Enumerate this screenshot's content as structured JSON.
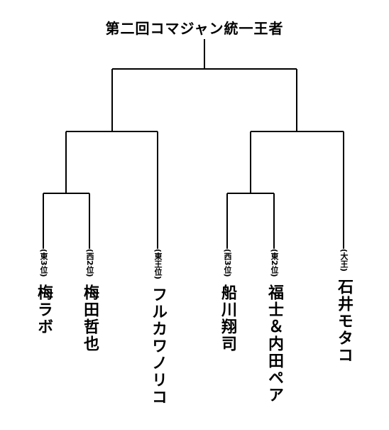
{
  "title": "第二回コマジャン統一王者",
  "competitors": [
    {
      "rank": "(東3位)",
      "name": "梅ラボ"
    },
    {
      "rank": "(西2位)",
      "name": "梅田哲也"
    },
    {
      "rank": "(東王位)",
      "name": "フルカワノリコ"
    },
    {
      "rank": "(西3位)",
      "name": "船川翔司"
    },
    {
      "rank": "(東2位)",
      "name": "福士＆内田ペア"
    },
    {
      "rank": "(大王)",
      "name": "石井モタコ"
    }
  ]
}
